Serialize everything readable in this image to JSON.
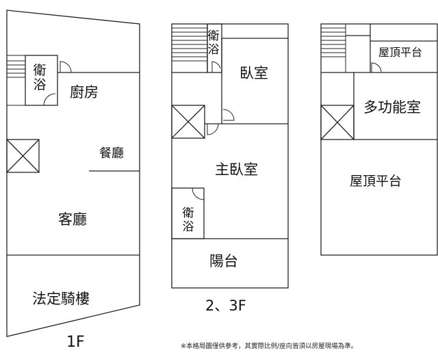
{
  "floor1": {
    "caption": "1F",
    "rooms": {
      "bathroom_top": "衛",
      "bathroom_bottom": "浴",
      "kitchen": "廚房",
      "dining": "餐廳",
      "living": "客廳",
      "arcade": "法定騎樓"
    }
  },
  "floor23": {
    "caption": "2、3F",
    "rooms": {
      "bathroom1_top": "衛",
      "bathroom1_bottom": "浴",
      "bedroom": "臥室",
      "master_bedroom": "主臥室",
      "bathroom2_top": "衛",
      "bathroom2_bottom": "浴",
      "balcony": "陽台"
    }
  },
  "roof": {
    "rooms": {
      "roof_terrace_small": "屋頂平台",
      "multipurpose": "多功能室",
      "roof_terrace_large": "屋頂平台"
    }
  },
  "footnote": "※本格局圖僅供參考，其實際比例/座向皆須以房屋現場為準。"
}
